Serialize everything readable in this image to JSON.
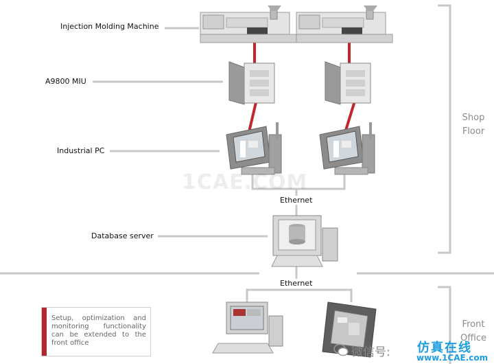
{
  "labels": {
    "injection_molding_machine": "Injection Molding Machine",
    "miu": "A9800 MIU",
    "industrial_pc": "Industrial PC",
    "database_server": "Database server",
    "ethernet_top": "Ethernet",
    "ethernet_bottom": "Ethernet"
  },
  "sections": {
    "shop_floor_line1": "Shop",
    "shop_floor_line2": "Floor",
    "front_office_line1": "Front",
    "front_office_line2": "Office"
  },
  "note": {
    "text": "Setup, optimization and monitoring functionality can be extended to the front office"
  },
  "watermark": {
    "text": "1CAE.COM",
    "wechat_text": "微信号:",
    "brand_cn": "仿真在线",
    "brand_url": "www.1CAE.com"
  },
  "colors": {
    "link_red": "#c1272d",
    "line_gray": "#c8c8c8",
    "section_gray": "#8a8a8a",
    "note_bar": "#b3262b",
    "brand_blue": "#1c9de0"
  }
}
